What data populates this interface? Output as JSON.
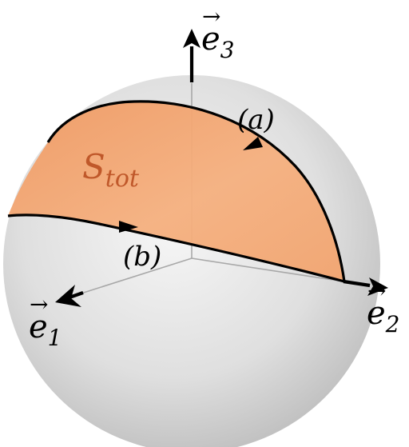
{
  "axes": {
    "e1": {
      "base": "e",
      "subscript": "1",
      "vector_mark": "→"
    },
    "e2": {
      "base": "e",
      "subscript": "2",
      "vector_mark": "→"
    },
    "e3": {
      "base": "e",
      "subscript": "3",
      "vector_mark": "→"
    }
  },
  "region": {
    "symbol": "S",
    "subscript": "tot"
  },
  "paths": {
    "a": {
      "label": "(a)"
    },
    "b": {
      "label": "(b)"
    }
  },
  "colors": {
    "sphere_light": "#f4f4f4",
    "sphere_mid": "#dedede",
    "sphere_dark": "#bdbdbd",
    "surface_fill": "#f2a46f",
    "surface_label": "#c0582a",
    "curve": "#000000"
  }
}
